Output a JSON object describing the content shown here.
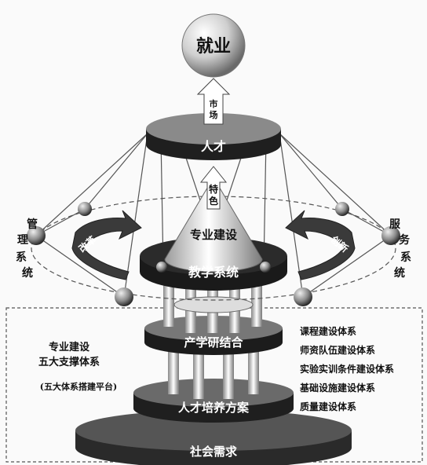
{
  "top_sphere": "就业",
  "market_arrow": "市场",
  "talent_disk": "人才",
  "feature_arrow": "特色",
  "cone_label": "专业建设",
  "teaching_ring": "教学系统",
  "left_arrow": "改革",
  "right_arrow": "创新",
  "left_system": "管理系统",
  "right_system": "服务系统",
  "industry_disk": "产学研结合",
  "training_disk": "人才培养方案",
  "society_disk": "社会需求",
  "left_box": {
    "line1": "专业建设",
    "line2": "五大支撑体系",
    "line3": "(五大体系搭建平台)"
  },
  "right_list": [
    "课程建设体系",
    "师资队伍建设体系",
    "实验实训条件建设体系",
    "基础设施建设体系",
    "质量建设体系"
  ]
}
